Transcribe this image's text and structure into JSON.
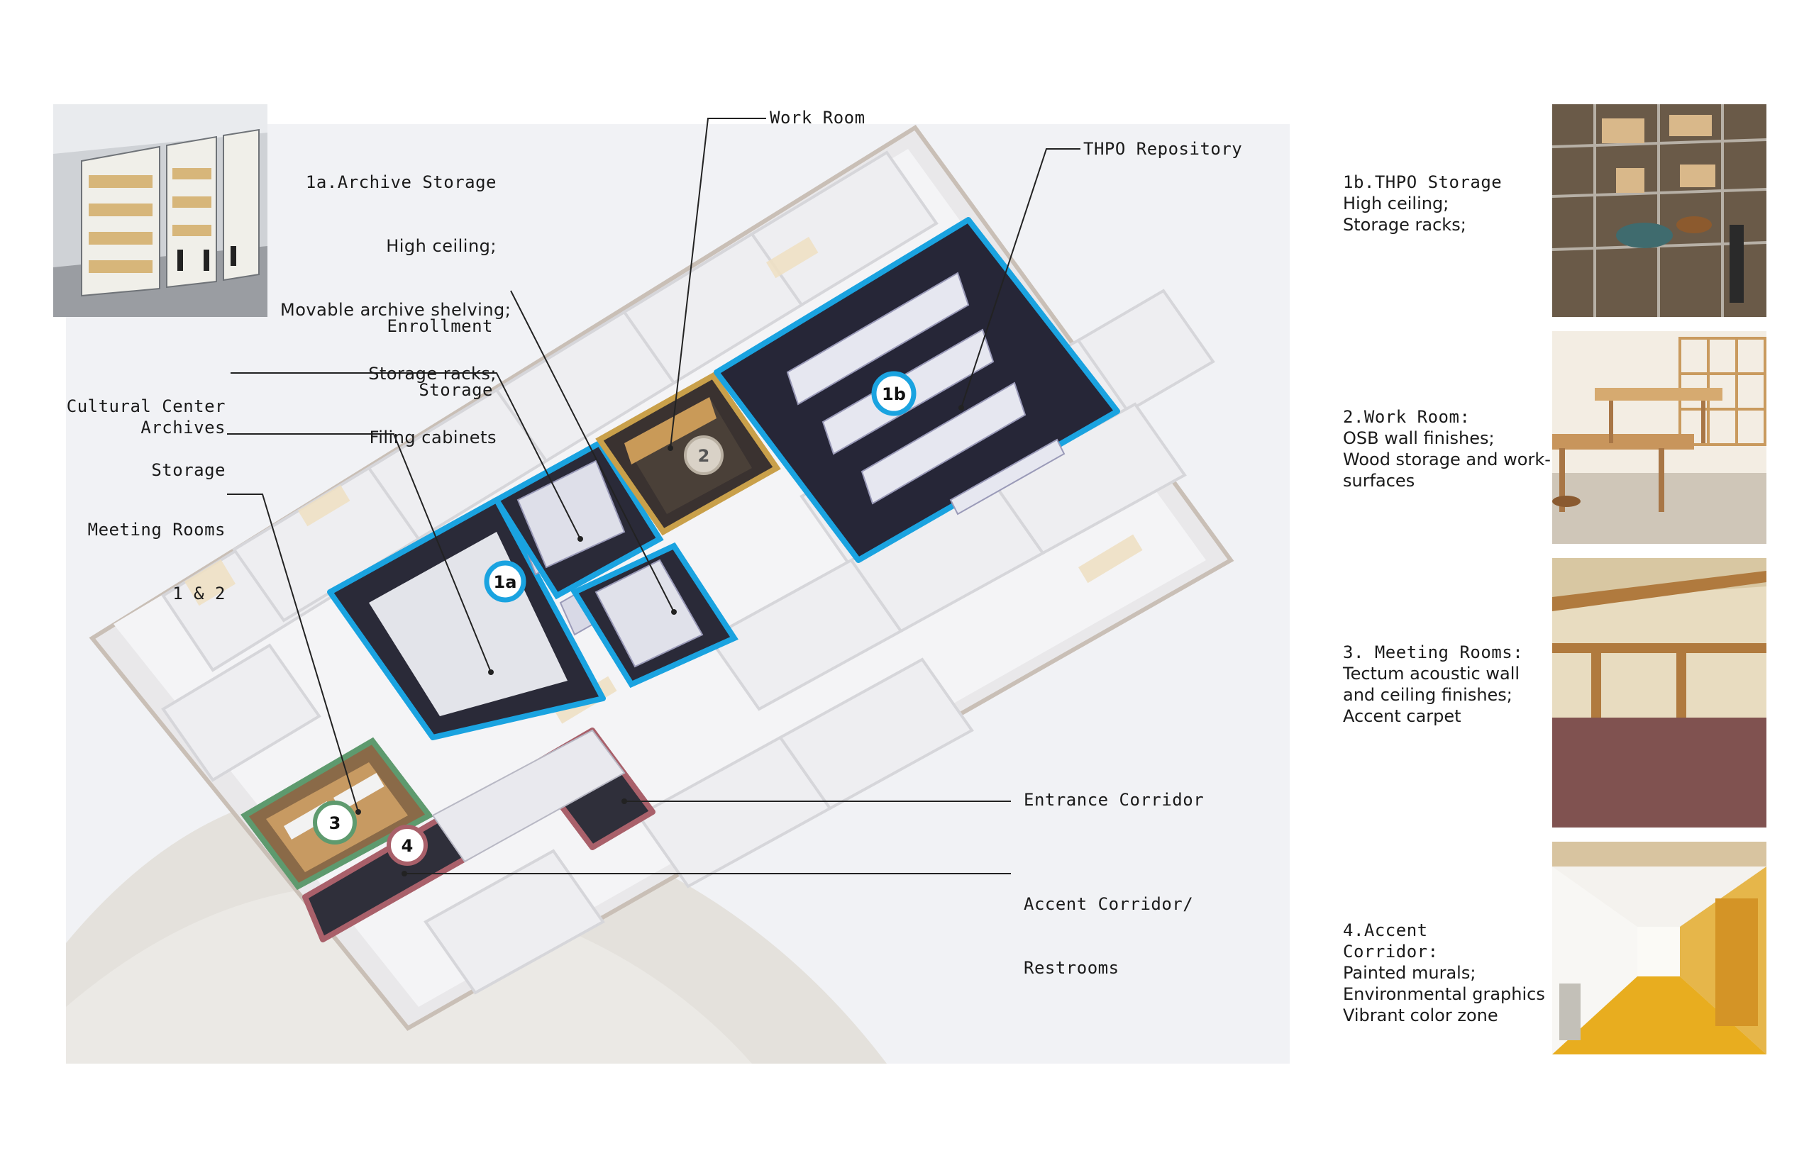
{
  "markers": {
    "m1a": "1a",
    "m1b": "1b",
    "m2": "2",
    "m3": "3",
    "m4": "4"
  },
  "labels": {
    "archive_storage": {
      "title": "1a.Archive Storage",
      "lines": [
        "High ceiling;",
        "Movable archive shelving;",
        "Storage racks;",
        "Filing cabinets"
      ]
    },
    "work_room": "Work Room",
    "thpo_repository": "THPO Repository",
    "enrollment_storage": [
      "Enrollment",
      "Storage"
    ],
    "cultural_center_storage": [
      "Cultural Center",
      "Storage"
    ],
    "archives": "Archives",
    "meeting_rooms": [
      "Meeting Rooms",
      "1 & 2"
    ],
    "entrance_corridor": "Entrance Corridor",
    "accent_corridor": [
      "Accent Corridor/",
      "Restrooms"
    ]
  },
  "captions": {
    "thpo_storage": {
      "title": "1b.THPO Storage",
      "lines": [
        "High ceiling;",
        "Storage racks;"
      ]
    },
    "work_room": {
      "title": "2.Work Room:",
      "lines": [
        "OSB wall finishes;",
        "Wood storage and work-",
        "surfaces"
      ]
    },
    "meeting_rooms": {
      "title": "3. Meeting Rooms:",
      "lines": [
        "Tectum acoustic wall",
        "and ceiling finishes;",
        "Accent carpet"
      ]
    },
    "accent_corridor": {
      "title_lines": [
        "4.Accent",
        "Corridor:"
      ],
      "lines": [
        "Painted murals;",
        "Environmental graphics",
        "Vibrant color zone"
      ]
    }
  },
  "colors": {
    "zone_1": "#1aa3e0",
    "zone_2": "#c9a04a",
    "zone_3": "#5e9a6e",
    "zone_4": "#a9606a",
    "leader": "#222222"
  },
  "icons": {
    "photo_archive": "archive-shelving-photo",
    "photo_thpo": "thpo-storage-photo",
    "photo_work_room": "work-room-photo",
    "photo_meeting": "meeting-room-photo",
    "photo_corridor": "accent-corridor-photo"
  }
}
